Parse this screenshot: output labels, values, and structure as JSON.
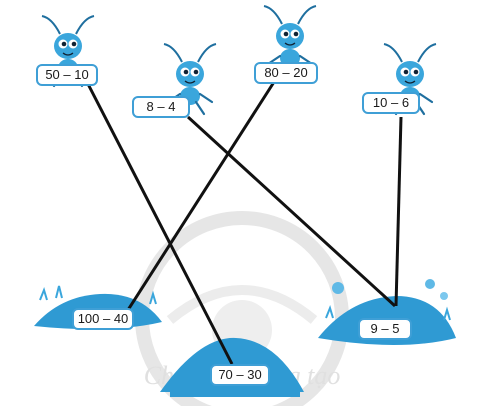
{
  "watermark": {
    "brand_text": "Chân trời sáng tạo"
  },
  "ants": [
    {
      "expression": "50 – 10"
    },
    {
      "expression": "8 – 4"
    },
    {
      "expression": "80 – 20"
    },
    {
      "expression": "10 – 6"
    }
  ],
  "anthills": [
    {
      "expression": "100 – 40"
    },
    {
      "expression": "70 – 30"
    },
    {
      "expression": "9 – 5"
    }
  ],
  "matches": [
    {
      "ant": "50 – 10",
      "anthill": "70 – 30"
    },
    {
      "ant": "8 – 4",
      "anthill": "9 – 5"
    },
    {
      "ant": "80 – 20",
      "anthill": "100 – 40"
    },
    {
      "ant": "10 – 6",
      "anthill": "9 – 5"
    }
  ],
  "colors": {
    "ant_body": "#3aa6dc",
    "ant_dark": "#1f6f9f",
    "mound": "#2f9ad3",
    "line": "#111111",
    "watermark": "#e3e3e3"
  }
}
